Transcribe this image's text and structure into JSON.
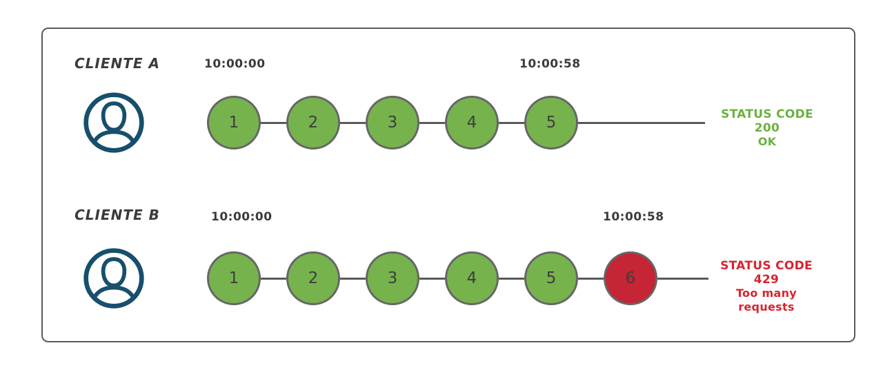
{
  "colors": {
    "frame-border": "#595959",
    "line-gray": "#595959",
    "circle-green": "#76b34d",
    "circle-red": "#c52534",
    "circle-border": "#666666",
    "status-green": "#6cb140",
    "status-red": "#d9232e",
    "avatar-navy": "#174f6d",
    "text-dark": "#3b3b3b"
  },
  "icons": {
    "client": "person-icon"
  },
  "clients": [
    {
      "name": "CLIENTE A",
      "start_time": "10:00:00",
      "end_time": "10:00:58",
      "requests": [
        "1",
        "2",
        "3",
        "4",
        "5"
      ],
      "status": {
        "line1": "STATUS CODE 200",
        "line2": "OK"
      }
    },
    {
      "name": "CLIENTE B",
      "start_time": "10:00:00",
      "end_time": "10:00:58",
      "requests": [
        "1",
        "2",
        "3",
        "4",
        "5",
        "6"
      ],
      "status": {
        "line1": "STATUS CODE 429",
        "line2": "Too many requests"
      }
    }
  ]
}
